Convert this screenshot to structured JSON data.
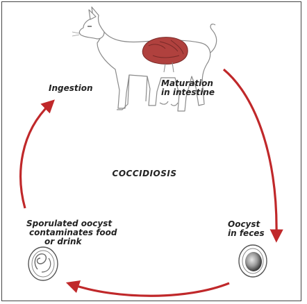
{
  "diagram": {
    "center_label": "COCCIDIOSIS",
    "stages": {
      "ingestion": "Ingestion",
      "maturation": [
        "Maturation",
        "in intestine"
      ],
      "oocyst_feces": [
        "Oocyst",
        "in feces"
      ],
      "sporulated": [
        "Sporulated oocyst",
        "contaminates food",
        "or drink"
      ]
    },
    "colors": {
      "arrow": "#c0282a",
      "intestine": "#b0413e",
      "cat_outline": "#888888",
      "text": "#222222"
    },
    "icons": [
      "cat-illustration",
      "intestine-organ",
      "oocyst-cell",
      "sporulated-oocyst-cell"
    ]
  }
}
